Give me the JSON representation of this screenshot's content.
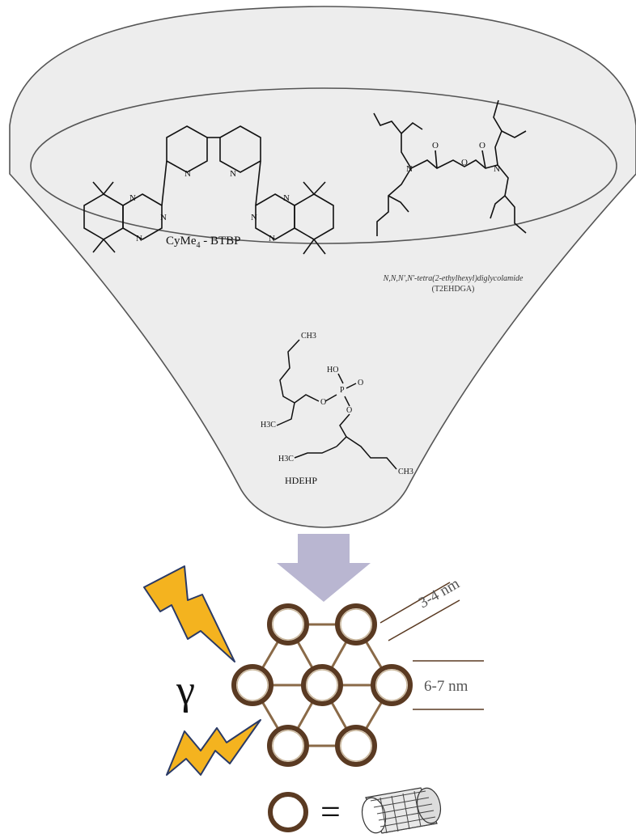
{
  "molecules": {
    "btbp": {
      "name": "CyMe4 - BTBP",
      "name_main": "CyMe",
      "name_sub": "4",
      "name_tail": " - BTBP",
      "atoms": [
        "N",
        "N",
        "N",
        "N",
        "N",
        "N",
        "N",
        "N"
      ]
    },
    "t2ehdga": {
      "name_line1": "N,N,N',N'-tetra(2-ethylhexyl)diglycolamide",
      "name_line2": "(T2EHDGA)",
      "atoms": [
        "N",
        "O",
        "O",
        "O",
        "N"
      ]
    },
    "hdehp": {
      "name": "HDEHP",
      "labels": [
        "CH3",
        "HO",
        "P",
        "O",
        "O",
        "O",
        "H3C",
        "H3C",
        "CH3"
      ]
    }
  },
  "scale": {
    "pore_label": "3-4 nm",
    "spacing_label": "6-7 nm",
    "radiation_symbol": "γ",
    "equals": "="
  },
  "colors": {
    "funnel_fill": "#ededed",
    "funnel_stroke": "#666666",
    "arrow": "#b9b6d1",
    "ring": "#5a3a22",
    "lattice": "#8a6a48",
    "bolt": "#f4b31f",
    "bolt_stroke": "#2a3a66"
  }
}
